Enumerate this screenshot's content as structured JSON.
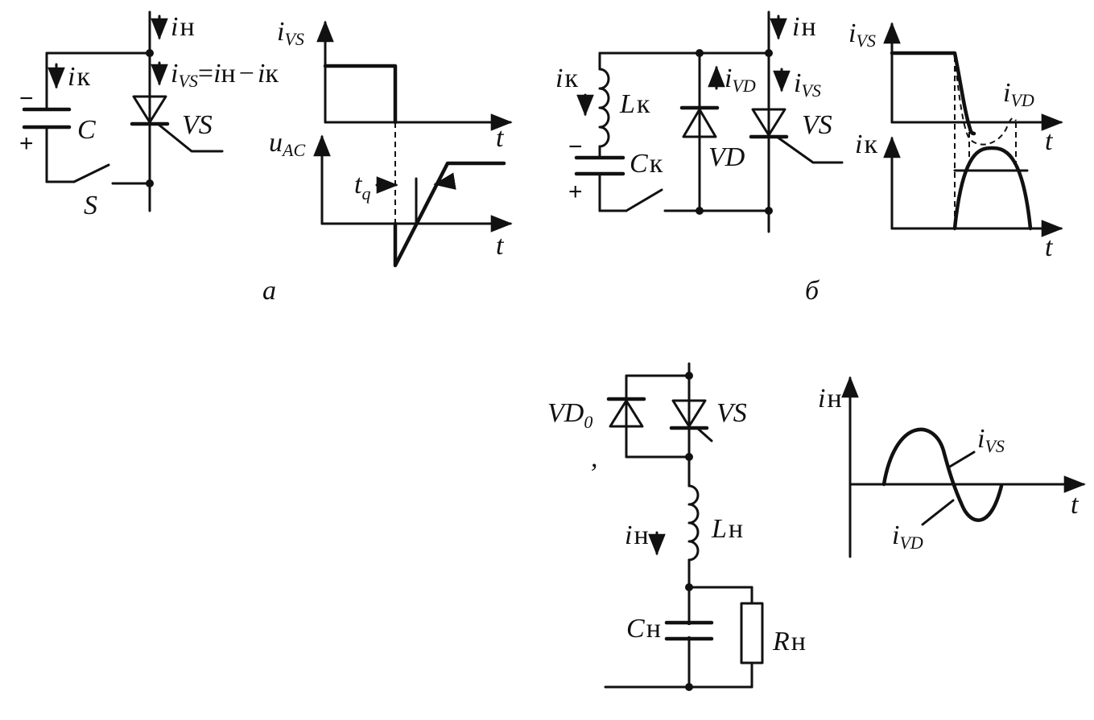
{
  "labels": {
    "i": "i",
    "u": "u",
    "t": "t",
    "sub_n": "н",
    "sub_k": "к",
    "sub_VS": "VS",
    "sub_VD": "VD",
    "sub_AC": "AC",
    "sub_q": "q",
    "eq": "=",
    "minus": "−",
    "plus": "+",
    "C": "C",
    "S": "S",
    "VS": "VS",
    "VD": "VD",
    "L": "L",
    "R": "R",
    "VD0_main": "VD",
    "VD0_sub": "0",
    "comma": ","
  },
  "panels": {
    "a": "а",
    "b": "б"
  }
}
